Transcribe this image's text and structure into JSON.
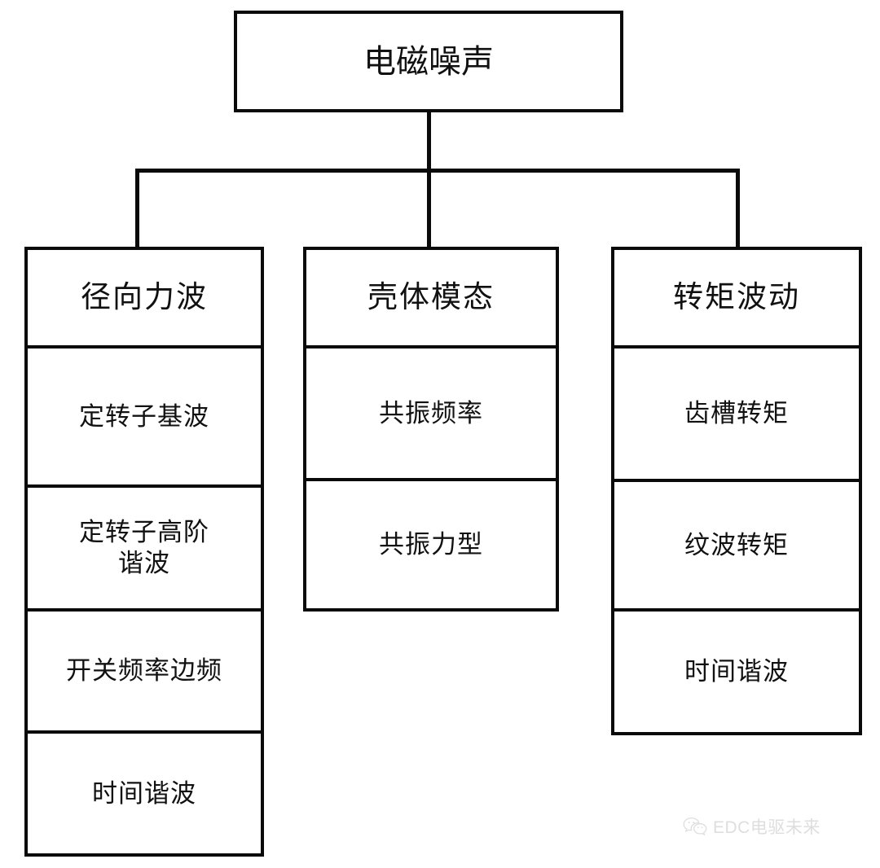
{
  "diagram": {
    "title": "电磁噪声",
    "root": {
      "label": "电磁噪声"
    },
    "branches": [
      {
        "id": "radial-force-wave",
        "header": "径向力波",
        "children": [
          "定转子基波",
          "定转子高阶\n谐波",
          "开关频率边频",
          "时间谐波"
        ]
      },
      {
        "id": "housing-mode",
        "header": "壳体模态",
        "children": [
          "共振频率",
          "共振力型"
        ]
      },
      {
        "id": "torque-ripple",
        "header": "转矩波动",
        "children": [
          "齿槽转矩",
          "纹波转矩",
          "时间谐波"
        ]
      }
    ]
  },
  "watermark": {
    "icon": "wechat-icon",
    "text": "EDC电驱未来",
    "color": "#dedede"
  },
  "style": {
    "line_color": "#0a0a0a",
    "background": "#ffffff",
    "text_color": "#111111"
  }
}
